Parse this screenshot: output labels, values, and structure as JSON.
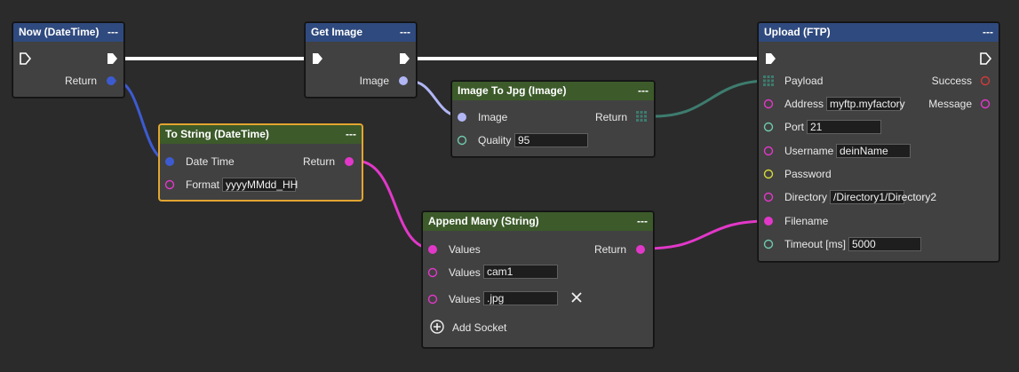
{
  "nodes": {
    "now": {
      "title": "Now (DateTime)",
      "menu": "---",
      "return_label": "Return"
    },
    "get_image": {
      "title": "Get Image",
      "menu": "---",
      "image_label": "Image"
    },
    "to_string": {
      "title": "To String (DateTime)",
      "menu": "---",
      "date_time_label": "Date Time",
      "format_label": "Format",
      "format_value": "yyyyMMdd_HH",
      "return_label": "Return"
    },
    "image_to_jpg": {
      "title": "Image To Jpg (Image)",
      "menu": "---",
      "image_label": "Image",
      "quality_label": "Quality",
      "quality_value": "95",
      "return_label": "Return"
    },
    "append_many": {
      "title": "Append Many (String)",
      "menu": "---",
      "return_label": "Return",
      "values_label": "Values",
      "values": [
        "cam1",
        ".jpg"
      ],
      "add_socket_label": "Add Socket"
    },
    "upload_ftp": {
      "title": "Upload (FTP)",
      "menu": "---",
      "payload_label": "Payload",
      "success_label": "Success",
      "message_label": "Message",
      "address_label": "Address",
      "address_value": "myftp.myfactory",
      "port_label": "Port",
      "port_value": "21",
      "username_label": "Username",
      "username_value": "deinName",
      "password_label": "Password",
      "directory_label": "Directory",
      "directory_value": "/Directory1/Directory2",
      "filename_label": "Filename",
      "timeout_label": "Timeout [ms]",
      "timeout_value": "5000"
    }
  },
  "colors": {
    "exec": "#ffffff",
    "datetime": "#3d5bd1",
    "string": "#e238c9",
    "image": "#b1b6f5",
    "bytes": "#3d7c6e",
    "number": "#6fc9ad",
    "password": "#d8d83a",
    "bool": "#d23a3a"
  }
}
